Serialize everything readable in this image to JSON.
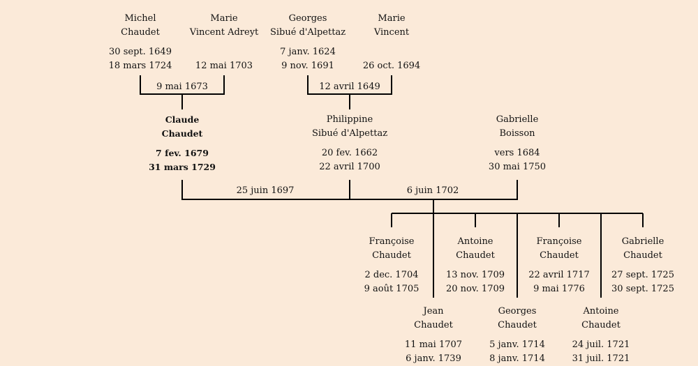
{
  "persons": {
    "michel": {
      "first": "Michel",
      "last": "Chaudet",
      "birth": "30 sept. 1649",
      "death": "18 mars 1724"
    },
    "marieva": {
      "first": "Marie",
      "last": "Vincent Adreyt",
      "birth": "",
      "death": "12 mai 1703"
    },
    "georges_s": {
      "first": "Georges",
      "last": "Sibué d'Alpettaz",
      "birth": "7 janv. 1624",
      "death": "9 nov. 1691"
    },
    "mariev": {
      "first": "Marie",
      "last": "Vincent",
      "birth": "",
      "death": "26 oct. 1694"
    },
    "claude": {
      "first": "Claude",
      "last": "Chaudet",
      "birth": "7 fev. 1679",
      "death": "31 mars 1729"
    },
    "philippine": {
      "first": "Philippine",
      "last": "Sibué d'Alpettaz",
      "birth": "20 fev. 1662",
      "death": "22 avril 1700"
    },
    "gabrielle_b": {
      "first": "Gabrielle",
      "last": "Boisson",
      "birth": "vers 1684",
      "death": "30 mai 1750"
    },
    "francoise1": {
      "first": "Françoise",
      "last": "Chaudet",
      "birth": "2 dec. 1704",
      "death": "9 août 1705"
    },
    "antoine1": {
      "first": "Antoine",
      "last": "Chaudet",
      "birth": "13 nov. 1709",
      "death": "20 nov. 1709"
    },
    "francoise2": {
      "first": "Françoise",
      "last": "Chaudet",
      "birth": "22 avril 1717",
      "death": "9 mai 1776"
    },
    "gabrielle_c": {
      "first": "Gabrielle",
      "last": "Chaudet",
      "birth": "27 sept. 1725",
      "death": "30 sept. 1725"
    },
    "jean": {
      "first": "Jean",
      "last": "Chaudet",
      "birth": "11 mai 1707",
      "death": "6 janv. 1739"
    },
    "georges_c": {
      "first": "Georges",
      "last": "Chaudet",
      "birth": "5 janv. 1714",
      "death": "8 janv. 1714"
    },
    "antoine2": {
      "first": "Antoine",
      "last": "Chaudet",
      "birth": "24 juil. 1721",
      "death": "31 juil. 1721"
    }
  },
  "marriages": {
    "m1": "9 mai 1673",
    "m2": "12 avril 1649",
    "m3": "25 juin 1697",
    "m4": "6 juin 1702"
  }
}
